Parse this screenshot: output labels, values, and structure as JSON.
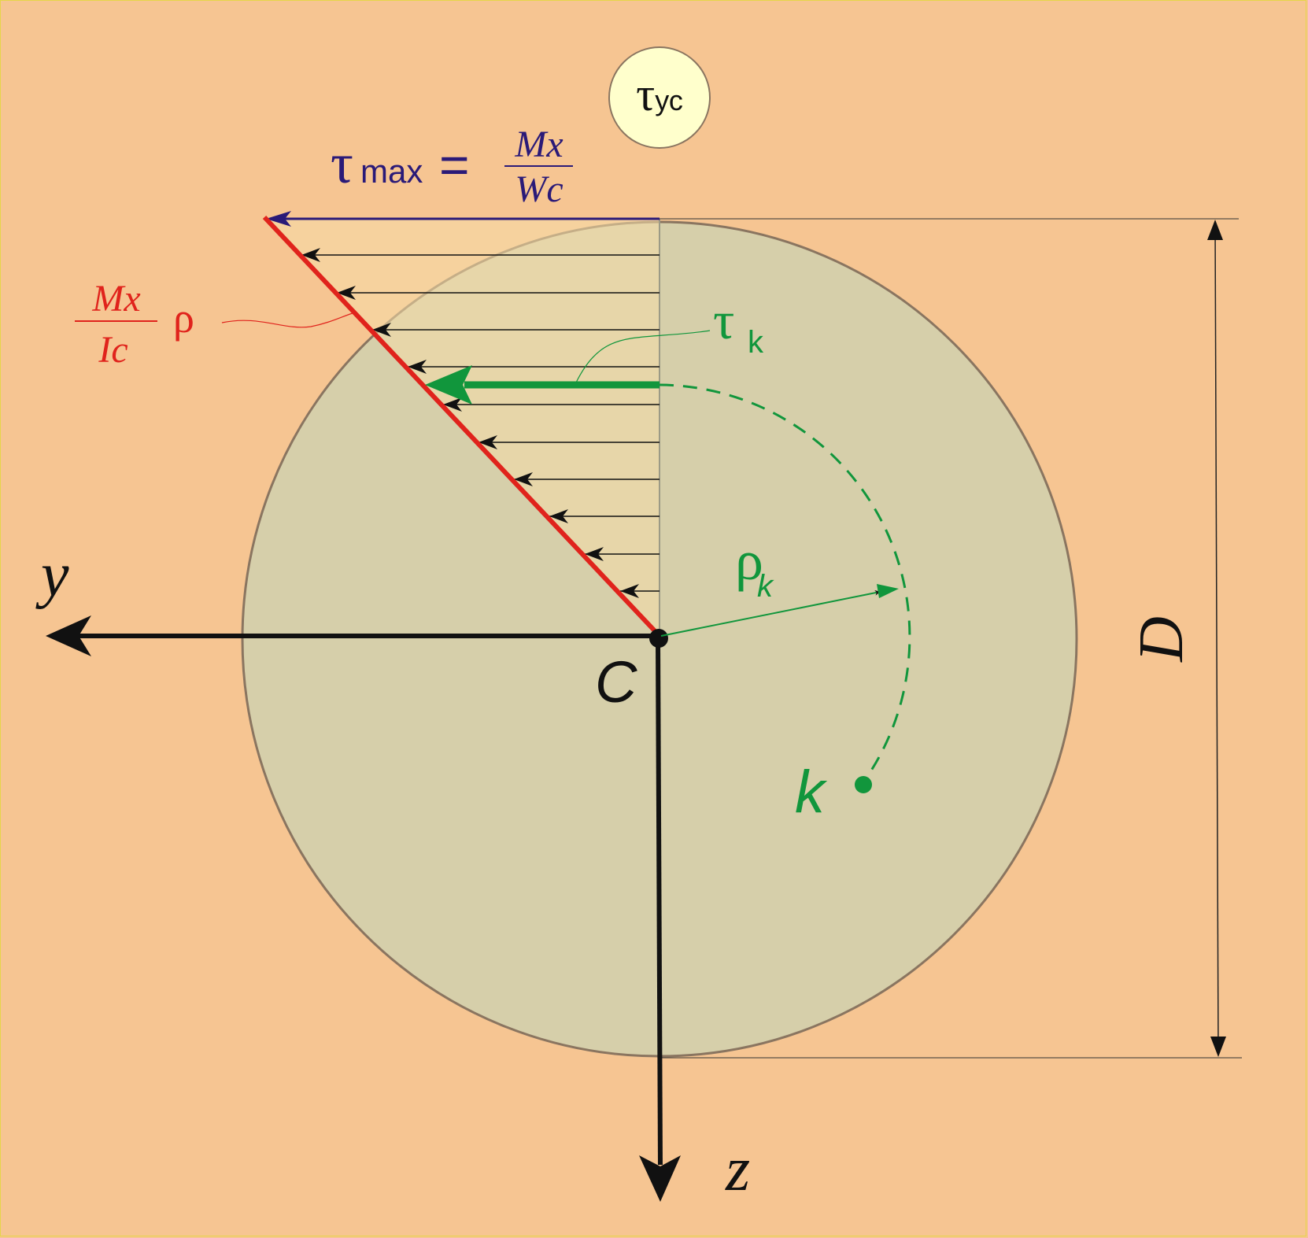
{
  "colors": {
    "background": "#f6c592",
    "section_fill": "#d6cfaa",
    "section_stroke": "#8a7560",
    "stress_region_fill": "#f6dca8",
    "badge_fill": "#ffffcc",
    "distribution_line": "#e0231c",
    "max_stress": "#2a1a78",
    "green": "#11963c",
    "axis": "#111111"
  },
  "badge": {
    "symbol": "τ",
    "subscript": "ус"
  },
  "tau_max": {
    "symbol": "τ",
    "subscript": "max",
    "equals": "=",
    "numerator": "Mx",
    "denominator": "Wc"
  },
  "distribution_formula": {
    "numerator": "Mx",
    "denominator": "Ic",
    "variable": "ρ"
  },
  "tau_k": {
    "symbol": "τ",
    "subscript": "k"
  },
  "rho_k": {
    "symbol": "ρ",
    "subscript": "k"
  },
  "axes": {
    "y": "y",
    "z": "z",
    "center": "C"
  },
  "point": {
    "label": "k"
  },
  "dimension": {
    "label": "D"
  },
  "icons": [
    "arrowhead-icon"
  ]
}
